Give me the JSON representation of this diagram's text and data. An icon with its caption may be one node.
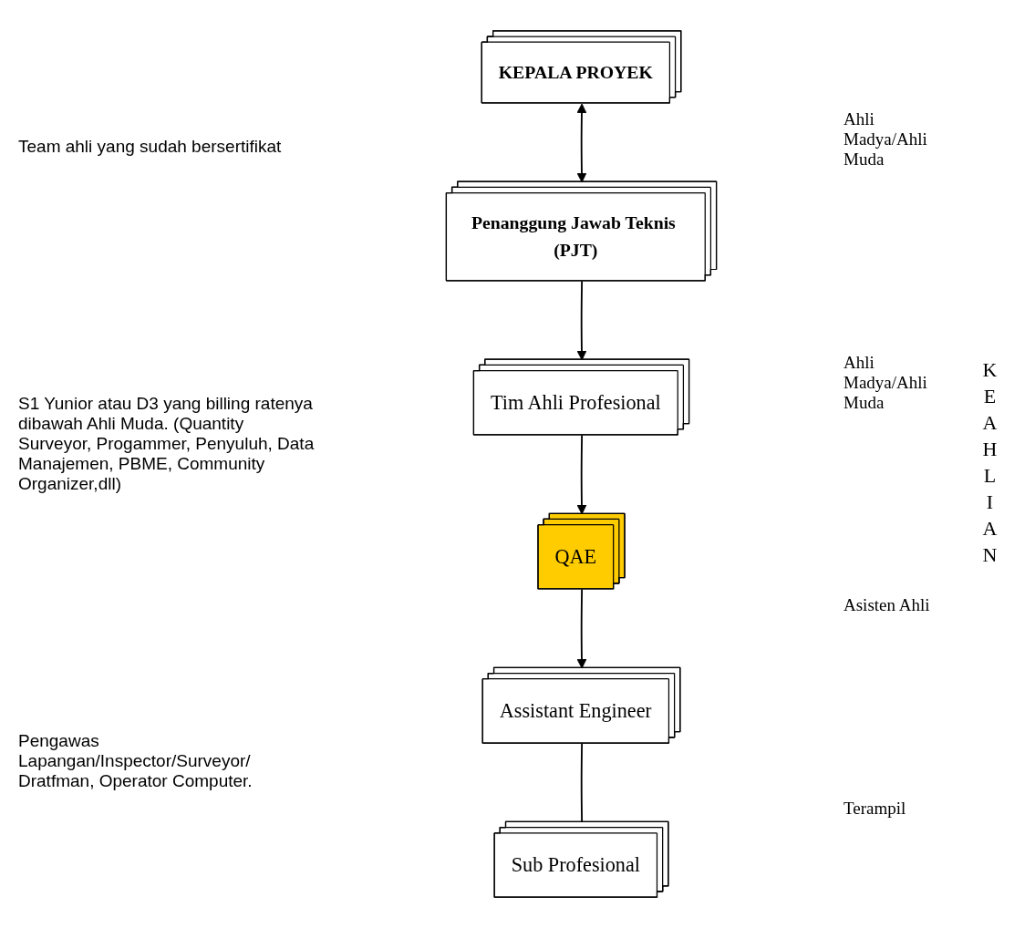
{
  "diagram": {
    "nodes": [
      {
        "text": [
          "KEPALA PROYEK"
        ]
      },
      {
        "text": [
          "Penanggung Jawab Teknis (PJT)"
        ]
      },
      {
        "text": [
          "Tim Ahli Profesional"
        ]
      },
      {
        "text": [
          "QAE"
        ]
      },
      {
        "text": [
          "Assistant Engineer"
        ]
      },
      {
        "text": [
          "Sub Profesional"
        ]
      }
    ],
    "edges": [
      {
        "from": 0,
        "to": 1,
        "arrow": "both"
      },
      {
        "from": 1,
        "to": 2,
        "arrow": "to"
      },
      {
        "from": 2,
        "to": 3,
        "arrow": "to"
      },
      {
        "from": 3,
        "to": 4,
        "arrow": "to"
      },
      {
        "from": 4,
        "to": 5,
        "arrow": "none"
      }
    ],
    "labels": [
      "KEAHLIAN",
      "Ahli Madya/Ahli Muda",
      "Ahli Madya/Ahli Muda",
      "Team ahli yang sudah bersertifikat",
      "Asisten Ahli",
      "S1 Yunior atau D3 yang billing ratenya dibawah Ahli Muda. (Quantity Surveyor, Progammer, Penyuluh, Data Manajemen, PBME, Community Organizer,dll)",
      "Pengawas Lapangan/Inspector/Surveyor/ Dratfman, Operator Computer.",
      "Terampil"
    ]
  }
}
